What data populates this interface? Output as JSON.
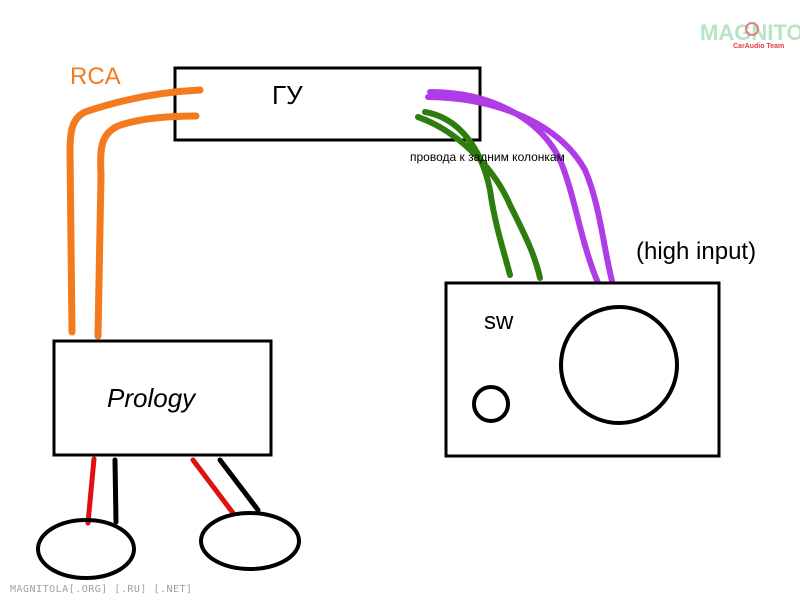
{
  "labels": {
    "rca": "RCA",
    "head_unit": "ГУ",
    "rear_wires": "провода к задним колонкам",
    "high_input": "(high input)",
    "subwoofer": "sw",
    "amplifier": "Prology"
  },
  "watermark": {
    "brand": "MAGNITOLA",
    "sub": "CarAudio Team",
    "footer": "MAGNITOLA[.ORG] [.RU] [.NET]"
  },
  "colors": {
    "rca_cable": "#f47a1f",
    "rear_wires_green": "#2e7d0e",
    "rear_wires_purple": "#b03ce8",
    "speaker_wire_red": "#e01010",
    "speaker_wire_black": "#000000",
    "label_rca": "#f47a1f"
  }
}
